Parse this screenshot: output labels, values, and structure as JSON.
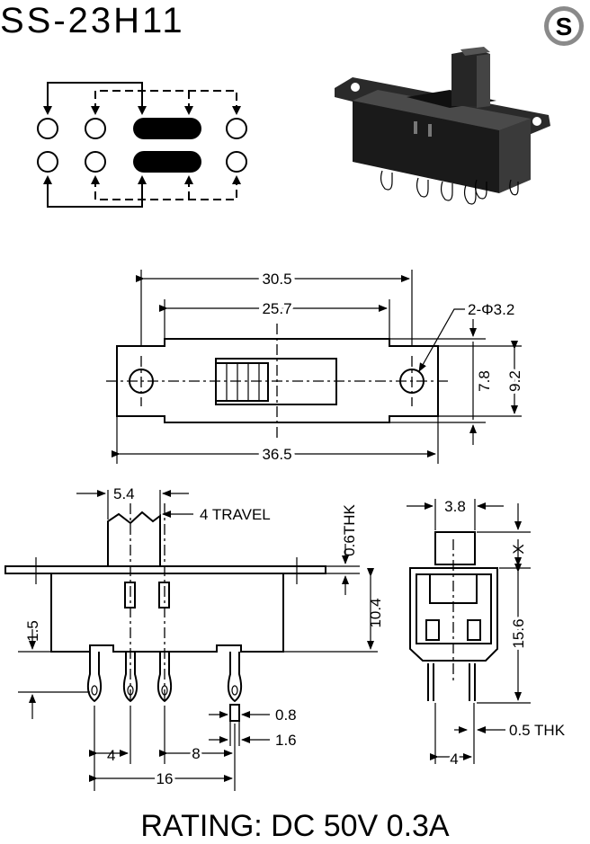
{
  "title": "SS-23H11",
  "logo_letter": "S",
  "rating": "RATING: DC 50V 0.3A",
  "top_view": {
    "overall_length": "30.5",
    "hole_pitch": "25.7",
    "hole_callout": "2-Φ3.2",
    "body_length": "36.5",
    "inner_height": "7.8",
    "outer_height": "9.2"
  },
  "side_view": {
    "actuator_width": "5.4",
    "travel": "4 TRAVEL",
    "flange_thickness": "0.6THK",
    "body_height": "10.4",
    "pin_offset": "1.5",
    "pin_width_a": "0.8",
    "pin_width_b": "1.6",
    "pitch_a": "4",
    "pitch_b": "8",
    "pitch_total": "16"
  },
  "end_view": {
    "actuator_width": "3.8",
    "actuator_height": "X",
    "body_height": "15.6",
    "pin_thickness": "0.5 THK",
    "pin_spacing": "4"
  }
}
